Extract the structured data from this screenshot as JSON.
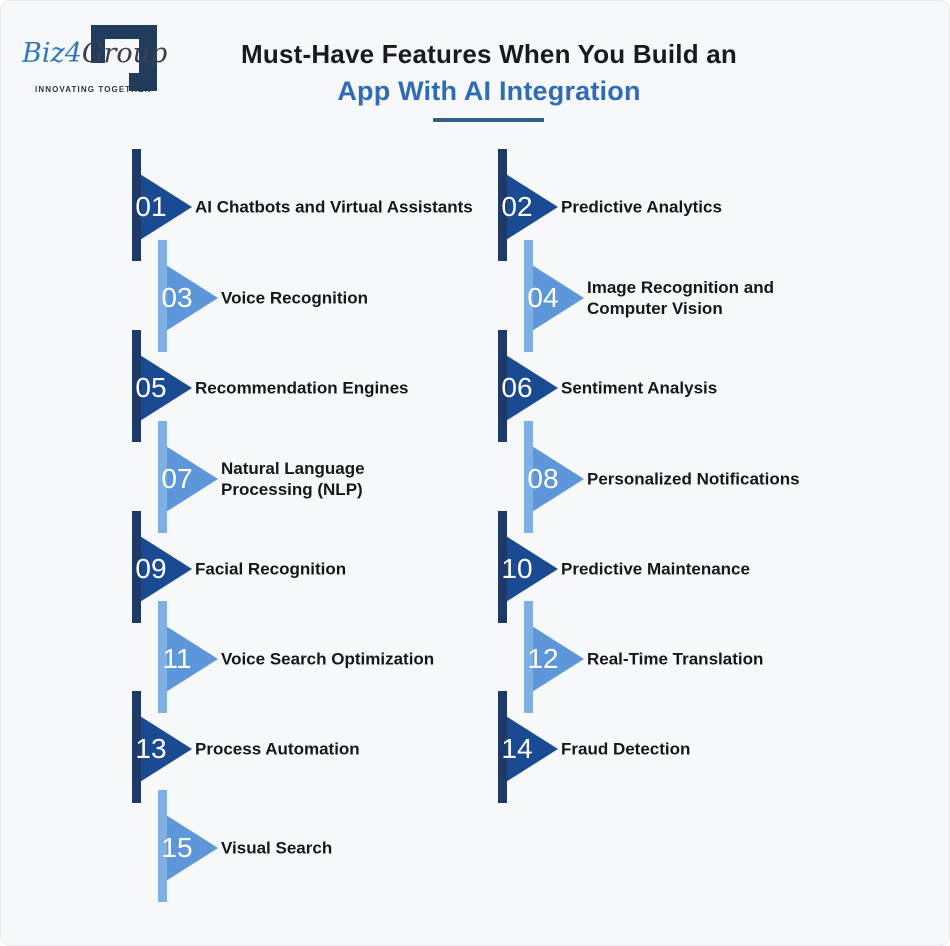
{
  "logo": {
    "biz": "Biz",
    "four": "4",
    "group": "Group",
    "tagline": "INNOVATING TOGETHER"
  },
  "title": {
    "line1": "Must-Have Features When You Build an",
    "line2": "App With AI Integration"
  },
  "colors": {
    "background": "#f7f8fa",
    "dark_bar": "#1f3a68",
    "dark_triangle": "#1a4b92",
    "light_bar": "#7fb0e3",
    "light_triangle": "#5d96d9",
    "title_text": "#171a20",
    "title_accent": "#2e6cb5",
    "underline": "#2e628c",
    "label_text": "#14171c",
    "emblem": "#223c5e"
  },
  "items": [
    {
      "number": "01",
      "label": "AI Chatbots and Virtual Assistants",
      "tone": "dark",
      "column": "left"
    },
    {
      "number": "02",
      "label": "Predictive Analytics",
      "tone": "dark",
      "column": "right"
    },
    {
      "number": "03",
      "label": "Voice Recognition",
      "tone": "light",
      "column": "left"
    },
    {
      "number": "04",
      "label": "Image Recognition and\nComputer Vision",
      "tone": "light",
      "column": "right"
    },
    {
      "number": "05",
      "label": "Recommendation Engines",
      "tone": "dark",
      "column": "left"
    },
    {
      "number": "06",
      "label": "Sentiment Analysis",
      "tone": "dark",
      "column": "right"
    },
    {
      "number": "07",
      "label": "Natural Language\nProcessing (NLP)",
      "tone": "light",
      "column": "left"
    },
    {
      "number": "08",
      "label": "Personalized Notifications",
      "tone": "light",
      "column": "right"
    },
    {
      "number": "09",
      "label": "Facial Recognition",
      "tone": "dark",
      "column": "left"
    },
    {
      "number": "10",
      "label": "Predictive Maintenance",
      "tone": "dark",
      "column": "right"
    },
    {
      "number": "11",
      "label": "Voice Search Optimization",
      "tone": "light",
      "column": "left"
    },
    {
      "number": "12",
      "label": "Real-Time Translation",
      "tone": "light",
      "column": "right"
    },
    {
      "number": "13",
      "label": "Process Automation",
      "tone": "dark",
      "column": "left"
    },
    {
      "number": "14",
      "label": "Fraud Detection",
      "tone": "dark",
      "column": "right"
    },
    {
      "number": "15",
      "label": "Visual Search",
      "tone": "light",
      "column": "left"
    }
  ]
}
